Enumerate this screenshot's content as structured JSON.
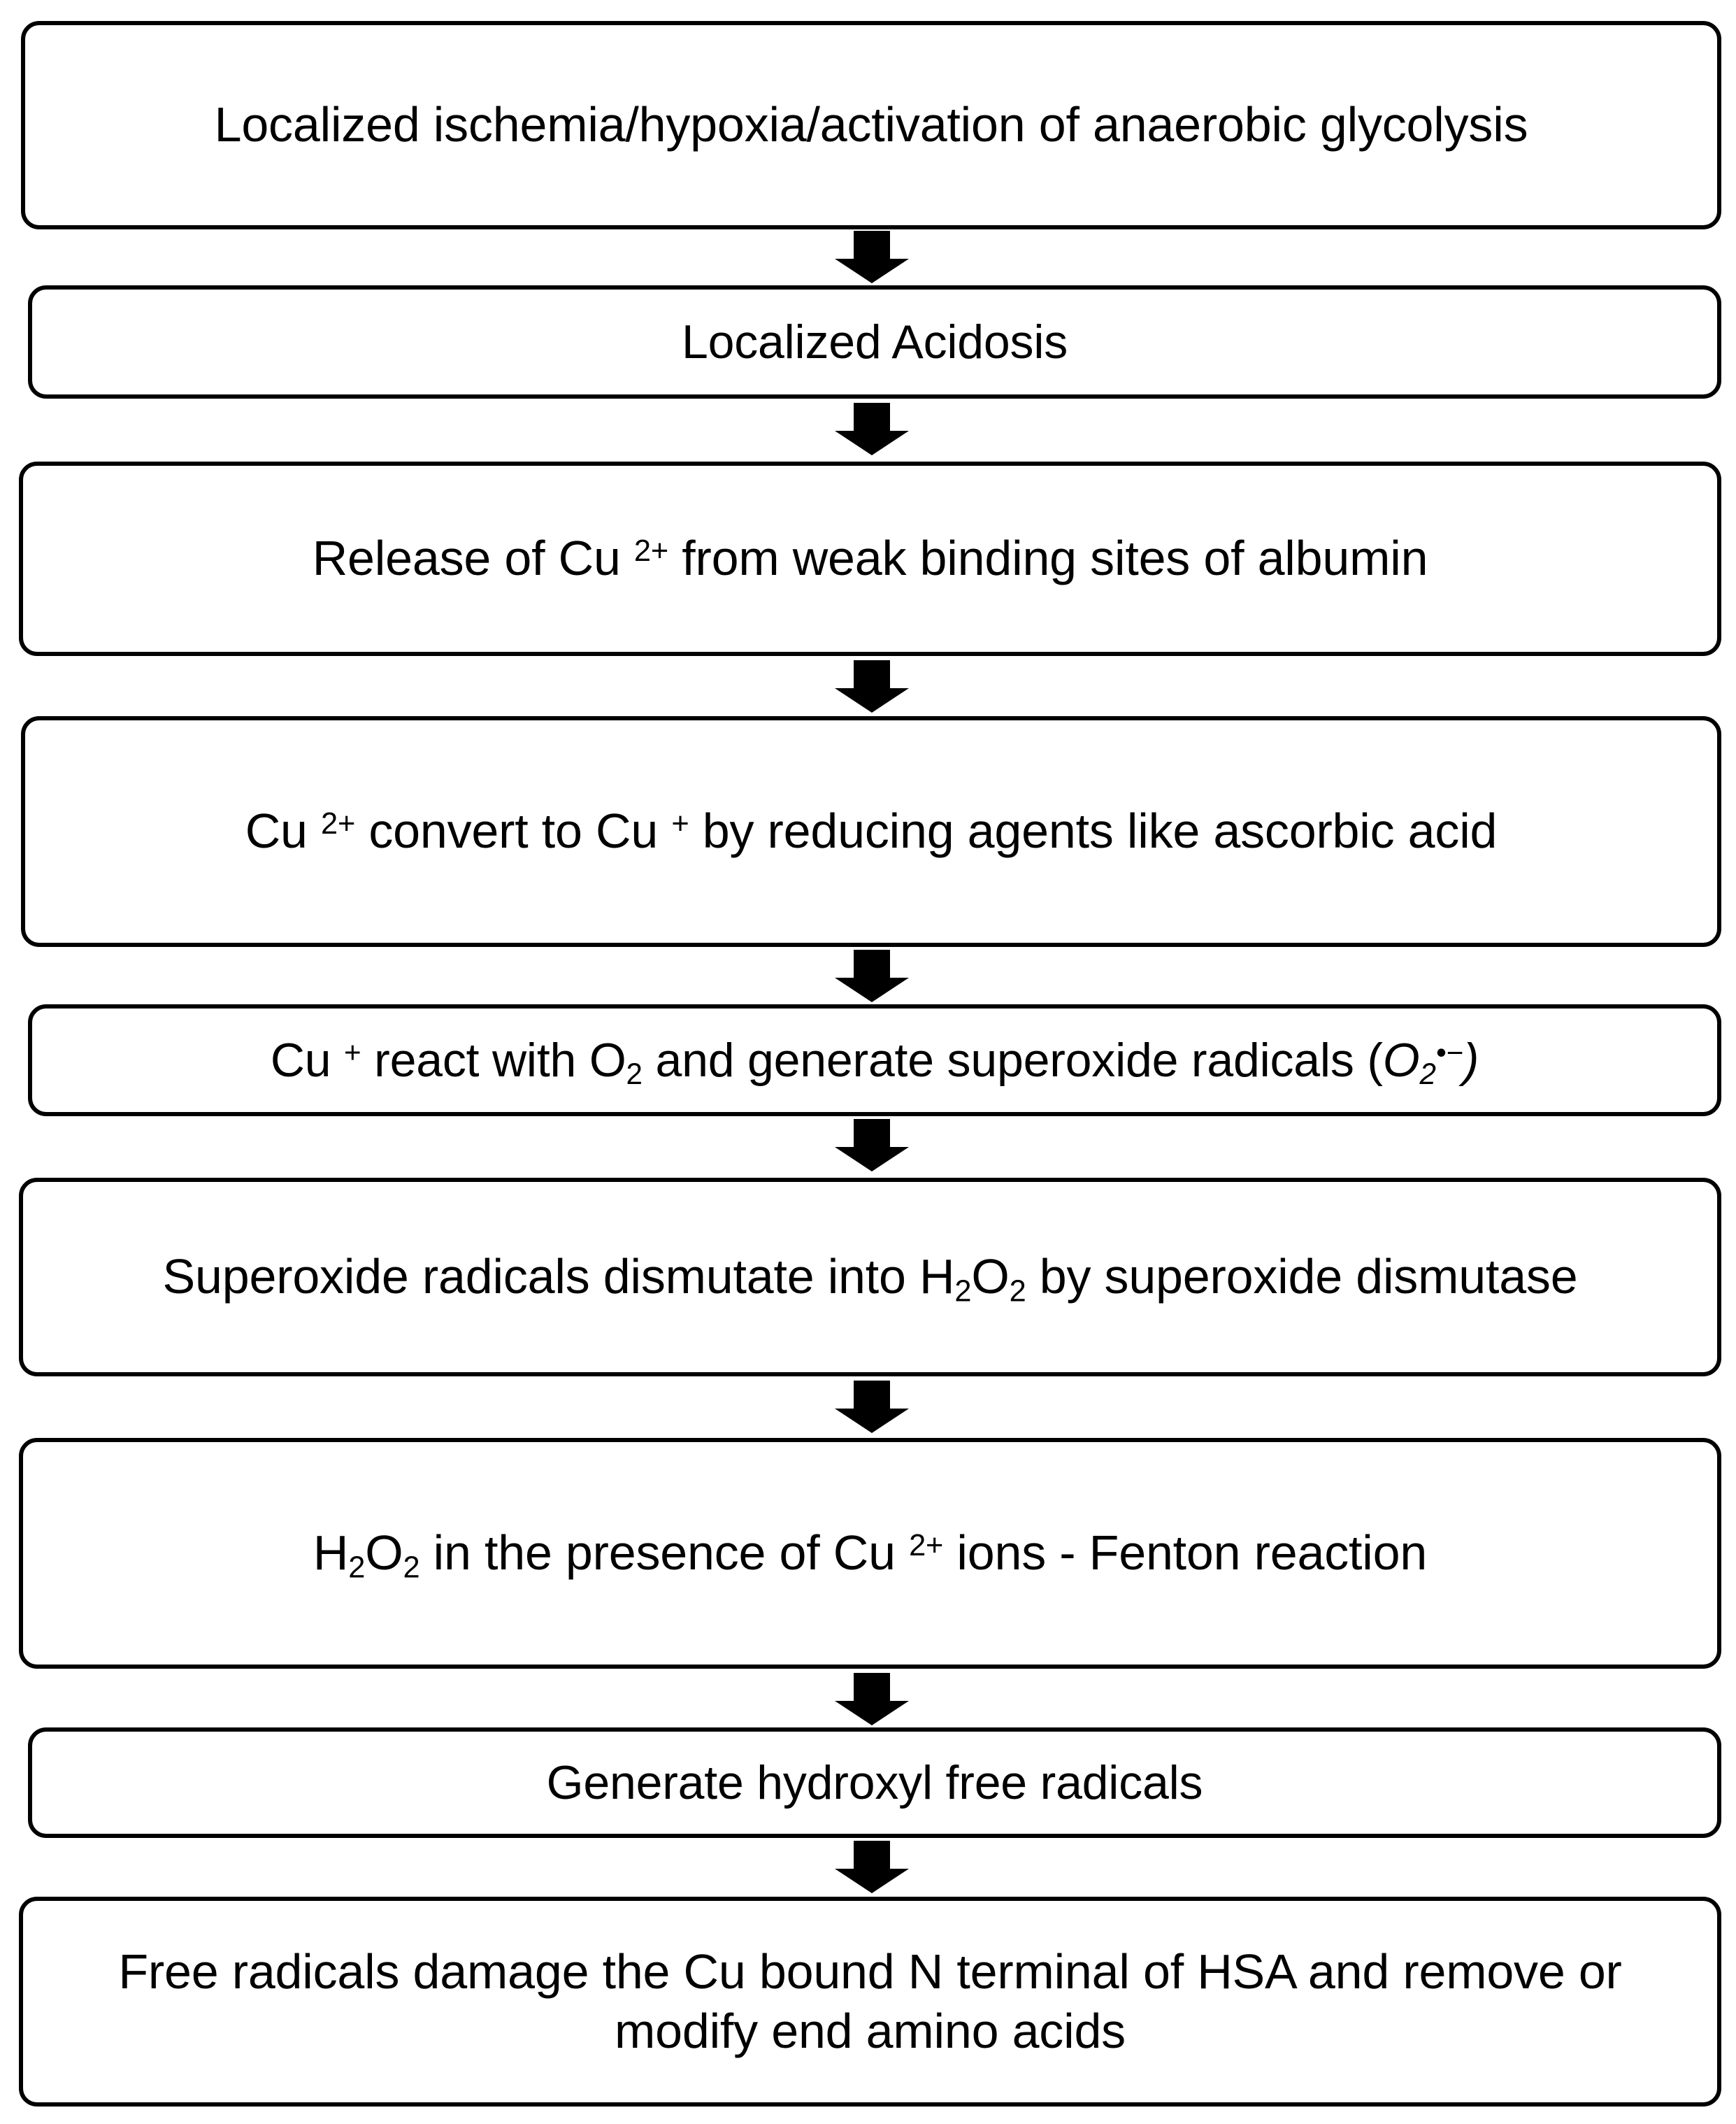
{
  "diagram": {
    "title": "Copper-mediated oxidative damage pathway to human serum albumin",
    "type": "flowchart",
    "orientation": "top-to-bottom",
    "background_color": "#ffffff",
    "node_fill_color": "#ffffff",
    "node_border_color": "#000000",
    "text_color": "#000000",
    "arrow_color": "#000000",
    "node_count": 9,
    "arrow_count": 8
  },
  "nodes": [
    {
      "id": "node-1",
      "index": 1,
      "text": "Localized ischemia/hypoxia/activation of anaerobic glycolysis",
      "lines": [
        "Localized ischemia/hypoxia/activation of anaerobic glycolysis"
      ]
    },
    {
      "id": "node-2",
      "index": 2,
      "text": "Localized Acidosis",
      "lines": [
        "Localized Acidosis"
      ]
    },
    {
      "id": "node-3",
      "index": 3,
      "text": "Release of Cu 2+ from weak binding sites of albumin",
      "parts": [
        {
          "t": "Release of Cu ",
          "style": "normal"
        },
        {
          "t": "2+",
          "style": "sup"
        },
        {
          "t": " from weak binding sites of albumin",
          "style": "normal"
        }
      ]
    },
    {
      "id": "node-4",
      "index": 4,
      "text": "Cu 2+ convert to Cu + by reducing agents like ascorbic acid",
      "parts": [
        {
          "t": "Cu ",
          "style": "normal"
        },
        {
          "t": "2+",
          "style": "sup"
        },
        {
          "t": " convert to Cu ",
          "style": "normal"
        },
        {
          "t": "+",
          "style": "sup"
        },
        {
          "t": " by reducing agents like ascorbic acid",
          "style": "normal"
        }
      ]
    },
    {
      "id": "node-5",
      "index": 5,
      "text": "Cu + react with O2 and generate superoxide radicals (O2•−)",
      "parts": [
        {
          "t": "Cu ",
          "style": "normal"
        },
        {
          "t": "+",
          "style": "sup"
        },
        {
          "t": " react with O",
          "style": "normal"
        },
        {
          "t": "2",
          "style": "sub"
        },
        {
          "t": " and generate superoxide radicals (",
          "style": "normal"
        },
        {
          "t": "O",
          "style": "italic"
        },
        {
          "t": "2",
          "style": "sub-italic"
        },
        {
          "t": "•−",
          "style": "sup-italic"
        },
        {
          "t": ")",
          "style": "italic"
        }
      ]
    },
    {
      "id": "node-6",
      "index": 6,
      "text": "Superoxide radicals dismutate into H2O2 by superoxide dismutase",
      "parts": [
        {
          "t": "Superoxide radicals dismutate into H",
          "style": "normal"
        },
        {
          "t": "2",
          "style": "sub"
        },
        {
          "t": "O",
          "style": "normal"
        },
        {
          "t": "2",
          "style": "sub"
        },
        {
          "t": " by superoxide dismutase",
          "style": "normal"
        }
      ]
    },
    {
      "id": "node-7",
      "index": 7,
      "text": "H2O2 in the presence of Cu 2+ ions - Fenton reaction",
      "parts": [
        {
          "t": "H",
          "style": "normal"
        },
        {
          "t": "2",
          "style": "sub"
        },
        {
          "t": "O",
          "style": "normal"
        },
        {
          "t": "2",
          "style": "sub"
        },
        {
          "t": " in the presence of Cu ",
          "style": "normal"
        },
        {
          "t": "2+",
          "style": "sup"
        },
        {
          "t": " ions - Fenton reaction",
          "style": "normal"
        }
      ]
    },
    {
      "id": "node-8",
      "index": 8,
      "text": "Generate hydroxyl free radicals",
      "lines": [
        "Generate hydroxyl free radicals"
      ]
    },
    {
      "id": "node-9",
      "index": 9,
      "text": "Free radicals damage the Cu bound N terminal of HSA and remove or modify end amino acids",
      "lines": [
        "Free radicals damage the Cu bound N terminal of HSA and remove or",
        "modify end amino acids"
      ]
    }
  ],
  "arrows": [
    {
      "id": "arrow-1",
      "from": "node-1",
      "to": "node-2",
      "direction": "down"
    },
    {
      "id": "arrow-2",
      "from": "node-2",
      "to": "node-3",
      "direction": "down"
    },
    {
      "id": "arrow-3",
      "from": "node-3",
      "to": "node-4",
      "direction": "down"
    },
    {
      "id": "arrow-4",
      "from": "node-4",
      "to": "node-5",
      "direction": "down"
    },
    {
      "id": "arrow-5",
      "from": "node-5",
      "to": "node-6",
      "direction": "down"
    },
    {
      "id": "arrow-6",
      "from": "node-6",
      "to": "node-7",
      "direction": "down"
    },
    {
      "id": "arrow-7",
      "from": "node-7",
      "to": "node-8",
      "direction": "down"
    },
    {
      "id": "arrow-8",
      "from": "node-8",
      "to": "node-9",
      "direction": "down"
    }
  ]
}
